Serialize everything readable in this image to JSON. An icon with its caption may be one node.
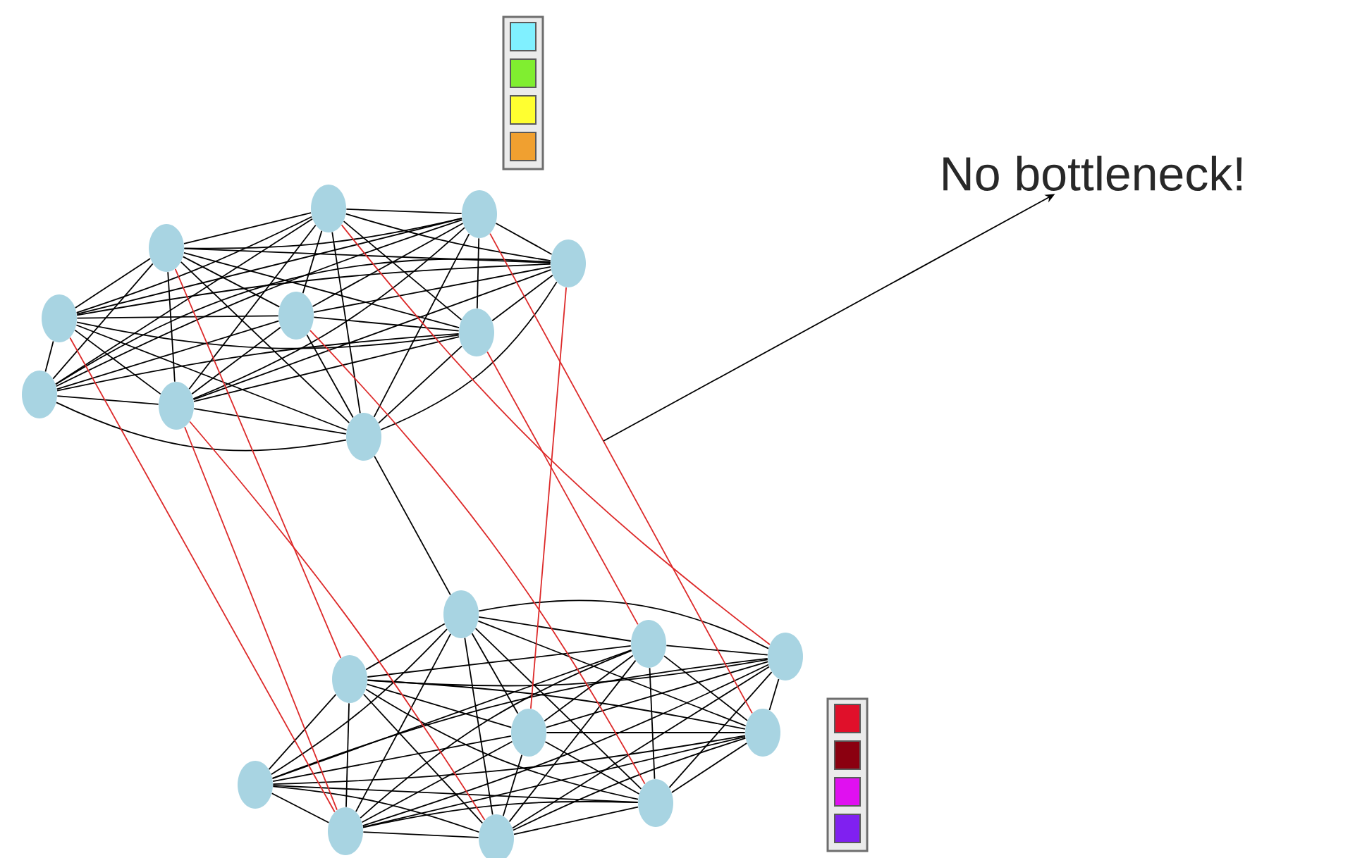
{
  "diagram": {
    "nodes": [
      {
        "text": [
          "No bottleneck!"
        ]
      },
      {
        "text": [],
        "shape": "circle"
      },
      {
        "text": [],
        "shape": "circle"
      },
      {
        "text": [],
        "shape": "circle"
      },
      {
        "text": [],
        "shape": "circle"
      },
      {
        "text": [],
        "shape": "circle"
      },
      {
        "text": [],
        "shape": "circle"
      },
      {
        "text": [],
        "shape": "circle"
      },
      {
        "text": [],
        "shape": "circle"
      },
      {
        "text": [],
        "shape": "circle"
      },
      {
        "text": [],
        "shape": "circle"
      },
      {
        "text": [],
        "shape": "circle"
      },
      {
        "text": [],
        "shape": "circle"
      },
      {
        "text": [],
        "shape": "circle"
      },
      {
        "text": [],
        "shape": "circle"
      },
      {
        "text": [],
        "shape": "circle"
      },
      {
        "text": [],
        "shape": "circle"
      },
      {
        "text": [],
        "shape": "circle"
      },
      {
        "text": [],
        "shape": "circle"
      },
      {
        "text": [],
        "shape": "circle"
      },
      {
        "text": [],
        "shape": "circle"
      }
    ],
    "edges": [
      {
        "from": 1,
        "to": 2,
        "arrow": "none"
      },
      {
        "from": 1,
        "to": 3,
        "arrow": "none"
      },
      {
        "from": 1,
        "to": 4,
        "arrow": "none"
      },
      {
        "from": 1,
        "to": 5,
        "arrow": "none"
      },
      {
        "from": 1,
        "to": 6,
        "arrow": "none"
      },
      {
        "from": 1,
        "to": 7,
        "arrow": "none"
      },
      {
        "from": 1,
        "to": 8,
        "arrow": "none"
      },
      {
        "from": 1,
        "to": 9,
        "arrow": "none"
      },
      {
        "from": 1,
        "to": 10,
        "arrow": "none"
      },
      {
        "from": 2,
        "to": 3,
        "arrow": "none"
      },
      {
        "from": 2,
        "to": 4,
        "arrow": "none"
      },
      {
        "from": 2,
        "to": 5,
        "arrow": "none"
      },
      {
        "from": 2,
        "to": 6,
        "arrow": "none"
      },
      {
        "from": 2,
        "to": 7,
        "arrow": "none"
      },
      {
        "from": 2,
        "to": 8,
        "arrow": "none"
      },
      {
        "from": 2,
        "to": 9,
        "arrow": "none"
      },
      {
        "from": 2,
        "to": 10,
        "arrow": "none"
      },
      {
        "from": 3,
        "to": 4,
        "arrow": "none"
      },
      {
        "from": 3,
        "to": 5,
        "arrow": "none"
      },
      {
        "from": 3,
        "to": 6,
        "arrow": "none"
      },
      {
        "from": 3,
        "to": 7,
        "arrow": "none"
      },
      {
        "from": 3,
        "to": 8,
        "arrow": "none"
      },
      {
        "from": 3,
        "to": 9,
        "arrow": "none"
      },
      {
        "from": 3,
        "to": 10,
        "arrow": "none"
      },
      {
        "from": 4,
        "to": 5,
        "arrow": "none"
      },
      {
        "from": 4,
        "to": 6,
        "arrow": "none"
      },
      {
        "from": 4,
        "to": 7,
        "arrow": "none"
      },
      {
        "from": 4,
        "to": 8,
        "arrow": "none"
      },
      {
        "from": 4,
        "to": 9,
        "arrow": "none"
      },
      {
        "from": 4,
        "to": 10,
        "arrow": "none"
      },
      {
        "from": 5,
        "to": 6,
        "arrow": "none"
      },
      {
        "from": 5,
        "to": 7,
        "arrow": "none"
      },
      {
        "from": 5,
        "to": 8,
        "arrow": "none"
      },
      {
        "from": 5,
        "to": 9,
        "arrow": "none"
      },
      {
        "from": 5,
        "to": 10,
        "arrow": "none"
      },
      {
        "from": 6,
        "to": 7,
        "arrow": "none"
      },
      {
        "from": 6,
        "to": 8,
        "arrow": "none"
      },
      {
        "from": 6,
        "to": 9,
        "arrow": "none"
      },
      {
        "from": 6,
        "to": 10,
        "arrow": "none"
      },
      {
        "from": 7,
        "to": 8,
        "arrow": "none"
      },
      {
        "from": 7,
        "to": 9,
        "arrow": "none"
      },
      {
        "from": 7,
        "to": 10,
        "arrow": "none"
      },
      {
        "from": 8,
        "to": 9,
        "arrow": "none"
      },
      {
        "from": 8,
        "to": 10,
        "arrow": "none"
      },
      {
        "from": 9,
        "to": 10,
        "arrow": "none"
      },
      {
        "from": 10,
        "to": 11,
        "arrow": "none"
      },
      {
        "from": 11,
        "to": 12,
        "arrow": "none"
      },
      {
        "from": 11,
        "to": 13,
        "arrow": "none"
      },
      {
        "from": 11,
        "to": 14,
        "arrow": "none"
      },
      {
        "from": 11,
        "to": 15,
        "arrow": "none"
      },
      {
        "from": 11,
        "to": 16,
        "arrow": "none"
      },
      {
        "from": 11,
        "to": 17,
        "arrow": "none"
      },
      {
        "from": 11,
        "to": 18,
        "arrow": "none"
      },
      {
        "from": 11,
        "to": 19,
        "arrow": "none"
      },
      {
        "from": 11,
        "to": 20,
        "arrow": "none"
      },
      {
        "from": 12,
        "to": 13,
        "arrow": "none"
      },
      {
        "from": 12,
        "to": 14,
        "arrow": "none"
      },
      {
        "from": 12,
        "to": 15,
        "arrow": "none"
      },
      {
        "from": 12,
        "to": 16,
        "arrow": "none"
      },
      {
        "from": 12,
        "to": 17,
        "arrow": "none"
      },
      {
        "from": 12,
        "to": 18,
        "arrow": "none"
      },
      {
        "from": 12,
        "to": 19,
        "arrow": "none"
      },
      {
        "from": 12,
        "to": 20,
        "arrow": "none"
      },
      {
        "from": 13,
        "to": 14,
        "arrow": "none"
      },
      {
        "from": 13,
        "to": 15,
        "arrow": "none"
      },
      {
        "from": 13,
        "to": 16,
        "arrow": "none"
      },
      {
        "from": 13,
        "to": 17,
        "arrow": "none"
      },
      {
        "from": 13,
        "to": 18,
        "arrow": "none"
      },
      {
        "from": 13,
        "to": 19,
        "arrow": "none"
      },
      {
        "from": 13,
        "to": 20,
        "arrow": "none"
      },
      {
        "from": 14,
        "to": 15,
        "arrow": "none"
      },
      {
        "from": 14,
        "to": 16,
        "arrow": "none"
      },
      {
        "from": 14,
        "to": 17,
        "arrow": "none"
      },
      {
        "from": 14,
        "to": 18,
        "arrow": "none"
      },
      {
        "from": 14,
        "to": 19,
        "arrow": "none"
      },
      {
        "from": 14,
        "to": 20,
        "arrow": "none"
      },
      {
        "from": 15,
        "to": 16,
        "arrow": "none"
      },
      {
        "from": 15,
        "to": 17,
        "arrow": "none"
      },
      {
        "from": 15,
        "to": 18,
        "arrow": "none"
      },
      {
        "from": 15,
        "to": 19,
        "arrow": "none"
      },
      {
        "from": 15,
        "to": 20,
        "arrow": "none"
      },
      {
        "from": 16,
        "to": 17,
        "arrow": "none"
      },
      {
        "from": 16,
        "to": 18,
        "arrow": "none"
      },
      {
        "from": 16,
        "to": 19,
        "arrow": "none"
      },
      {
        "from": 16,
        "to": 20,
        "arrow": "none"
      },
      {
        "from": 17,
        "to": 18,
        "arrow": "none"
      },
      {
        "from": 17,
        "to": 19,
        "arrow": "none"
      },
      {
        "from": 17,
        "to": 20,
        "arrow": "none"
      },
      {
        "from": 18,
        "to": 19,
        "arrow": "none"
      },
      {
        "from": 18,
        "to": 20,
        "arrow": "none"
      },
      {
        "from": 19,
        "to": 20,
        "arrow": "none"
      },
      {
        "from": 5,
        "to": 19,
        "arrow": "none",
        "color": "#dd2a2a"
      },
      {
        "from": 3,
        "to": 14,
        "arrow": "none",
        "color": "#dd2a2a"
      },
      {
        "from": 9,
        "to": 19,
        "arrow": "none",
        "color": "#dd2a2a"
      },
      {
        "from": 9,
        "to": 20,
        "arrow": "none",
        "color": "#dd2a2a"
      },
      {
        "from": 6,
        "to": 18,
        "arrow": "none",
        "color": "#dd2a2a"
      },
      {
        "from": 1,
        "to": 13,
        "arrow": "none",
        "color": "#dd2a2a"
      },
      {
        "from": 7,
        "to": 12,
        "arrow": "none",
        "color": "#dd2a2a"
      },
      {
        "from": 4,
        "to": 15,
        "arrow": "none",
        "color": "#dd2a2a"
      },
      {
        "from": 2,
        "to": 16,
        "arrow": "none",
        "color": "#dd2a2a"
      },
      {
        "from": null,
        "to": 0,
        "arrow": "to"
      }
    ]
  }
}
